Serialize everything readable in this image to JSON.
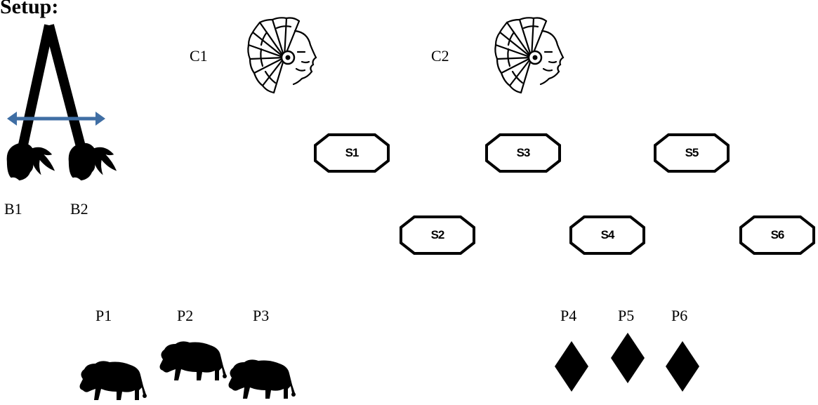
{
  "title": "Setup:",
  "coaches": [
    {
      "label": "C1",
      "icon": "native-chief-headdress-icon"
    },
    {
      "label": "C2",
      "icon": "native-chief-headdress-icon"
    }
  ],
  "braves": [
    {
      "label": "B1",
      "icon": "feathered-head-silhouette-icon"
    },
    {
      "label": "B2",
      "icon": "feathered-head-silhouette-icon"
    }
  ],
  "stations": [
    "S1",
    "S2",
    "S3",
    "S4",
    "S5",
    "S6"
  ],
  "players_left": [
    {
      "label": "P1",
      "icon": "buffalo-icon"
    },
    {
      "label": "P2",
      "icon": "buffalo-icon"
    },
    {
      "label": "P3",
      "icon": "buffalo-icon"
    }
  ],
  "players_right": [
    {
      "label": "P4",
      "icon": "diamond-icon"
    },
    {
      "label": "P5",
      "icon": "diamond-icon"
    },
    {
      "label": "P6",
      "icon": "diamond-icon"
    }
  ],
  "colors": {
    "ink": "#000000",
    "arrow": "#3f6ea4"
  }
}
